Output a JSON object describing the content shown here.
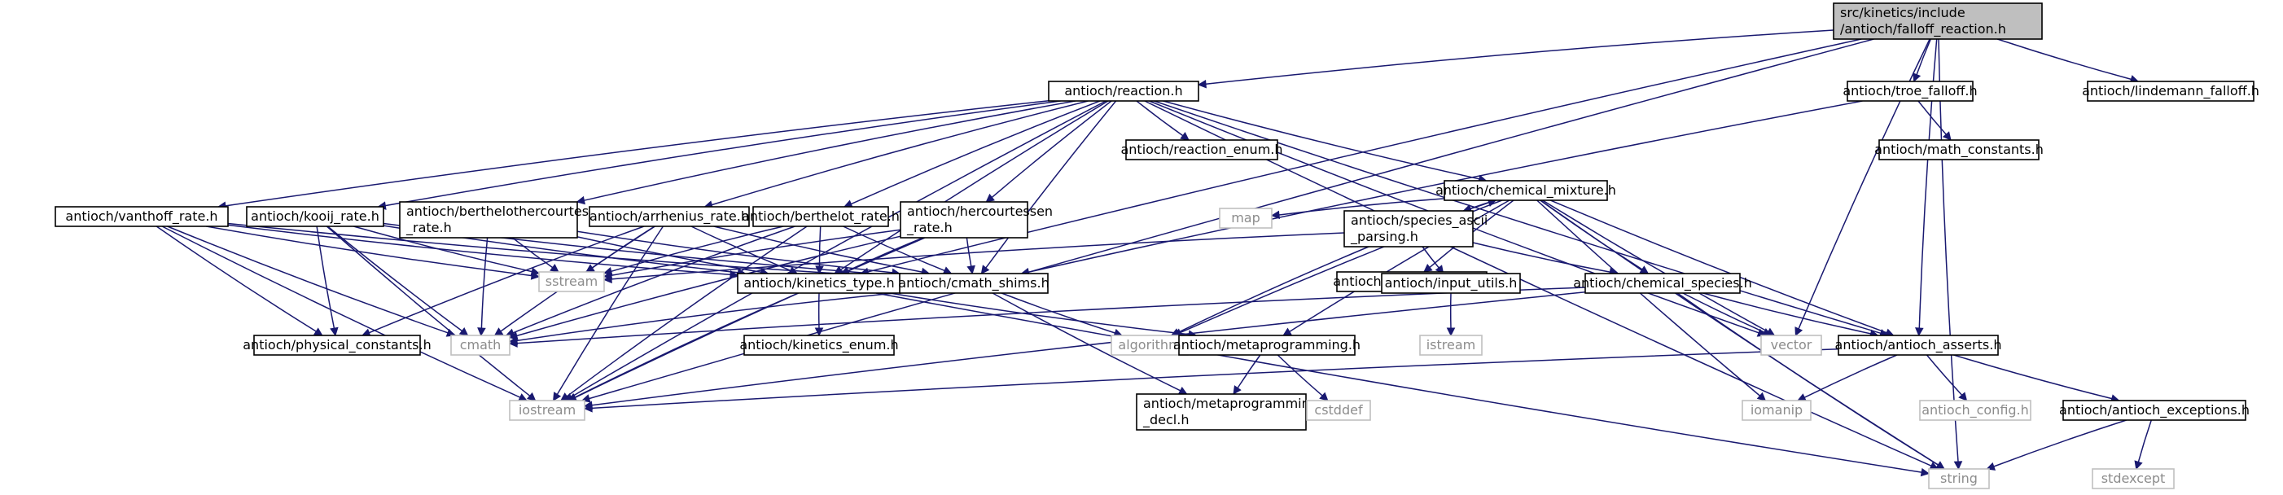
{
  "diagram": {
    "nodes": [
      {
        "id": "root",
        "lines": [
          "src/kinetics/include",
          "/antioch/falloff_reaction.h"
        ],
        "style": "root"
      },
      {
        "id": "reaction",
        "lines": [
          "antioch/reaction.h"
        ],
        "style": "proj"
      },
      {
        "id": "troe",
        "lines": [
          "antioch/troe_falloff.h"
        ],
        "style": "proj"
      },
      {
        "id": "lindemann",
        "lines": [
          "antioch/lindemann_falloff.h"
        ],
        "style": "proj"
      },
      {
        "id": "reaction_enum",
        "lines": [
          "antioch/reaction_enum.h"
        ],
        "style": "proj"
      },
      {
        "id": "math_constants",
        "lines": [
          "antioch/math_constants.h"
        ],
        "style": "proj"
      },
      {
        "id": "chemical_mixture",
        "lines": [
          "antioch/chemical_mixture.h"
        ],
        "style": "proj"
      },
      {
        "id": "map",
        "lines": [
          "map"
        ],
        "style": "sys"
      },
      {
        "id": "species_ascii",
        "lines": [
          "antioch/species_ascii",
          "_parsing.h"
        ],
        "style": "proj"
      },
      {
        "id": "vanthoff",
        "lines": [
          "antioch/vanthoff_rate.h"
        ],
        "style": "proj"
      },
      {
        "id": "kooij",
        "lines": [
          "antioch/kooij_rate.h"
        ],
        "style": "proj"
      },
      {
        "id": "berthelothercourtessen",
        "lines": [
          "antioch/berthelothercourtessen",
          "_rate.h"
        ],
        "style": "proj"
      },
      {
        "id": "arrhenius",
        "lines": [
          "antioch/arrhenius_rate.h"
        ],
        "style": "proj"
      },
      {
        "id": "berthelot",
        "lines": [
          "antioch/berthelot_rate.h"
        ],
        "style": "proj"
      },
      {
        "id": "hercourtessen",
        "lines": [
          "antioch/hercourtessen",
          "_rate.h"
        ],
        "style": "proj"
      },
      {
        "id": "sstream",
        "lines": [
          "sstream"
        ],
        "style": "sys"
      },
      {
        "id": "kinetics_type",
        "lines": [
          "antioch/kinetics_type.h"
        ],
        "style": "proj"
      },
      {
        "id": "cmath_shims",
        "lines": [
          "antioch/cmath_shims.h"
        ],
        "style": "proj"
      },
      {
        "id": "species_enum",
        "lines": [
          "antioch/species_enum.h"
        ],
        "style": "proj"
      },
      {
        "id": "input_utils",
        "lines": [
          "antioch/input_utils.h"
        ],
        "style": "proj"
      },
      {
        "id": "chemical_species",
        "lines": [
          "antioch/chemical_species.h"
        ],
        "style": "proj"
      },
      {
        "id": "physical_constants",
        "lines": [
          "antioch/physical_constants.h"
        ],
        "style": "proj"
      },
      {
        "id": "cmath",
        "lines": [
          "cmath"
        ],
        "style": "sys"
      },
      {
        "id": "kinetics_enum",
        "lines": [
          "antioch/kinetics_enum.h"
        ],
        "style": "proj"
      },
      {
        "id": "algorithm",
        "lines": [
          "algorithm"
        ],
        "style": "sys"
      },
      {
        "id": "metaprogramming",
        "lines": [
          "antioch/metaprogramming.h"
        ],
        "style": "proj"
      },
      {
        "id": "istream",
        "lines": [
          "istream"
        ],
        "style": "sys"
      },
      {
        "id": "vector",
        "lines": [
          "vector"
        ],
        "style": "sys"
      },
      {
        "id": "antioch_asserts",
        "lines": [
          "antioch/antioch_asserts.h"
        ],
        "style": "proj"
      },
      {
        "id": "iostream",
        "lines": [
          "iostream"
        ],
        "style": "sys"
      },
      {
        "id": "metaprogramming_decl",
        "lines": [
          "antioch/metaprogramming",
          "_decl.h"
        ],
        "style": "proj"
      },
      {
        "id": "cstddef",
        "lines": [
          "cstddef"
        ],
        "style": "sys"
      },
      {
        "id": "iomanip",
        "lines": [
          "iomanip"
        ],
        "style": "sys"
      },
      {
        "id": "antioch_config",
        "lines": [
          "antioch_config.h"
        ],
        "style": "sys"
      },
      {
        "id": "antioch_exceptions",
        "lines": [
          "antioch/antioch_exceptions.h"
        ],
        "style": "proj"
      },
      {
        "id": "string",
        "lines": [
          "string"
        ],
        "style": "sys"
      },
      {
        "id": "stdexcept",
        "lines": [
          "stdexcept"
        ],
        "style": "sys"
      }
    ],
    "edges": [
      [
        "root",
        "reaction"
      ],
      [
        "root",
        "troe"
      ],
      [
        "root",
        "lindemann"
      ],
      [
        "root",
        "iostream"
      ],
      [
        "root",
        "kinetics_type"
      ],
      [
        "root",
        "antioch_asserts"
      ],
      [
        "root",
        "vector"
      ],
      [
        "root",
        "string"
      ],
      [
        "reaction",
        "reaction_enum"
      ],
      [
        "reaction",
        "chemical_mixture"
      ],
      [
        "reaction",
        "vanthoff"
      ],
      [
        "reaction",
        "kooij"
      ],
      [
        "reaction",
        "berthelothercourtessen"
      ],
      [
        "reaction",
        "arrhenius"
      ],
      [
        "reaction",
        "berthelot"
      ],
      [
        "reaction",
        "hercourtessen"
      ],
      [
        "reaction",
        "kinetics_type"
      ],
      [
        "reaction",
        "cmath_shims"
      ],
      [
        "reaction",
        "antioch_asserts"
      ],
      [
        "reaction",
        "vector"
      ],
      [
        "reaction",
        "string"
      ],
      [
        "reaction",
        "iostream"
      ],
      [
        "troe",
        "math_constants"
      ],
      [
        "troe",
        "cmath_shims"
      ],
      [
        "chemical_mixture",
        "map"
      ],
      [
        "chemical_mixture",
        "species_ascii"
      ],
      [
        "chemical_mixture",
        "species_enum"
      ],
      [
        "chemical_mixture",
        "chemical_species"
      ],
      [
        "chemical_mixture",
        "metaprogramming"
      ],
      [
        "chemical_mixture",
        "algorithm"
      ],
      [
        "chemical_mixture",
        "vector"
      ],
      [
        "chemical_mixture",
        "iomanip"
      ],
      [
        "chemical_mixture",
        "string"
      ],
      [
        "chemical_mixture",
        "antioch_asserts"
      ],
      [
        "species_ascii",
        "chemical_mixture"
      ],
      [
        "species_ascii",
        "input_utils"
      ],
      [
        "species_ascii",
        "chemical_species"
      ],
      [
        "species_ascii",
        "sstream"
      ],
      [
        "species_ascii",
        "algorithm"
      ],
      [
        "vanthoff",
        "kinetics_type"
      ],
      [
        "vanthoff",
        "cmath_shims"
      ],
      [
        "vanthoff",
        "physical_constants"
      ],
      [
        "vanthoff",
        "cmath"
      ],
      [
        "vanthoff",
        "sstream"
      ],
      [
        "vanthoff",
        "iostream"
      ],
      [
        "kooij",
        "kinetics_type"
      ],
      [
        "kooij",
        "cmath_shims"
      ],
      [
        "kooij",
        "physical_constants"
      ],
      [
        "kooij",
        "cmath"
      ],
      [
        "kooij",
        "sstream"
      ],
      [
        "kooij",
        "iostream"
      ],
      [
        "berthelothercourtessen",
        "kinetics_type"
      ],
      [
        "berthelothercourtessen",
        "cmath_shims"
      ],
      [
        "berthelothercourtessen",
        "cmath"
      ],
      [
        "berthelothercourtessen",
        "sstream"
      ],
      [
        "arrhenius",
        "kinetics_type"
      ],
      [
        "arrhenius",
        "cmath_shims"
      ],
      [
        "arrhenius",
        "physical_constants"
      ],
      [
        "arrhenius",
        "cmath"
      ],
      [
        "arrhenius",
        "sstream"
      ],
      [
        "arrhenius",
        "iostream"
      ],
      [
        "berthelot",
        "kinetics_type"
      ],
      [
        "berthelot",
        "cmath_shims"
      ],
      [
        "berthelot",
        "cmath"
      ],
      [
        "berthelot",
        "sstream"
      ],
      [
        "berthelot",
        "iostream"
      ],
      [
        "hercourtessen",
        "kinetics_type"
      ],
      [
        "hercourtessen",
        "cmath_shims"
      ],
      [
        "hercourtessen",
        "cmath"
      ],
      [
        "hercourtessen",
        "sstream"
      ],
      [
        "hercourtessen",
        "iostream"
      ],
      [
        "kinetics_type",
        "kinetics_enum"
      ],
      [
        "kinetics_type",
        "metaprogramming"
      ],
      [
        "kinetics_type",
        "iostream"
      ],
      [
        "kinetics_type",
        "string"
      ],
      [
        "cmath_shims",
        "cmath"
      ],
      [
        "cmath_shims",
        "algorithm"
      ],
      [
        "cmath_shims",
        "metaprogramming_decl"
      ],
      [
        "input_utils",
        "istream"
      ],
      [
        "chemical_species",
        "cmath"
      ],
      [
        "chemical_species",
        "vector"
      ],
      [
        "chemical_species",
        "string"
      ],
      [
        "chemical_species",
        "antioch_asserts"
      ],
      [
        "chemical_species",
        "iostream"
      ],
      [
        "metaprogramming",
        "metaprogramming_decl"
      ],
      [
        "metaprogramming",
        "cstddef"
      ],
      [
        "antioch_asserts",
        "antioch_config"
      ],
      [
        "antioch_asserts",
        "antioch_exceptions"
      ],
      [
        "antioch_asserts",
        "iomanip"
      ],
      [
        "antioch_asserts",
        "iostream"
      ],
      [
        "antioch_exceptions",
        "stdexcept"
      ],
      [
        "antioch_exceptions",
        "string"
      ]
    ]
  }
}
